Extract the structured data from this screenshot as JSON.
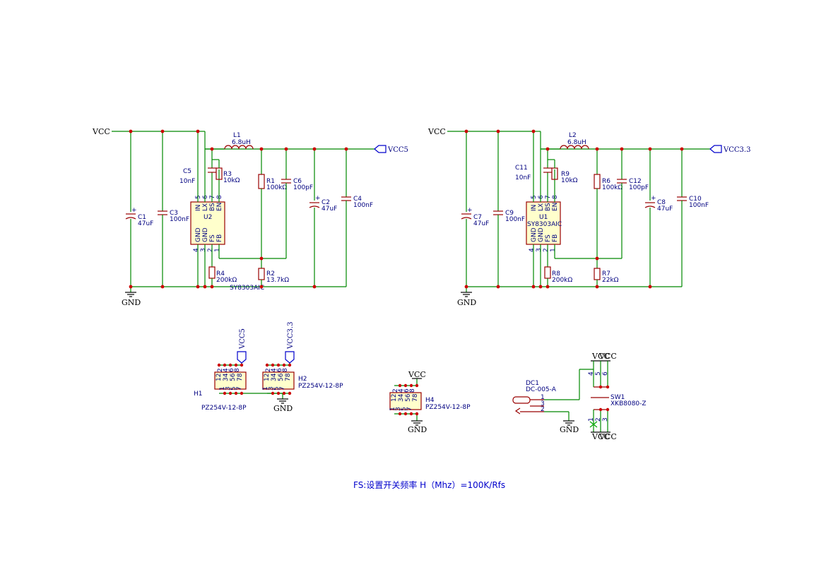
{
  "left_regulator": {
    "vcc_in": "VCC",
    "gnd": "GND",
    "out_net": "VCC5",
    "ic_ref": "U2",
    "ic_value": "SY8303AIC",
    "pins": {
      "in": "IN",
      "lx": "LX",
      "bs": "BS",
      "en": "EN",
      "gnd1": "GND",
      "gnd2": "GND",
      "fs": "FS",
      "fb": "FB",
      "n5": "5",
      "n6": "6",
      "n7": "7",
      "n8": "8",
      "n4": "4",
      "n3": "3",
      "n2": "2",
      "n1": "1"
    },
    "L1": {
      "ref": "L1",
      "value": "6.8uH"
    },
    "C1": {
      "ref": "C1",
      "value": "47uF"
    },
    "C3": {
      "ref": "C3",
      "value": "100nF"
    },
    "C5": {
      "ref": "C5",
      "value": "10nF"
    },
    "R3": {
      "ref": "R3",
      "value": "10kΩ"
    },
    "R1": {
      "ref": "R1",
      "value": "100kΩ"
    },
    "C6": {
      "ref": "C6",
      "value": "100pF"
    },
    "C2": {
      "ref": "C2",
      "value": "47uF"
    },
    "C4": {
      "ref": "C4",
      "value": "100nF"
    },
    "R4": {
      "ref": "R4",
      "value": "200kΩ"
    },
    "R2": {
      "ref": "R2",
      "value": "13.7kΩ"
    }
  },
  "right_regulator": {
    "vcc_in": "VCC",
    "gnd": "GND",
    "out_net": "VCC3.3",
    "ic_ref": "U1",
    "ic_value": "SY8303AIC",
    "L2": {
      "ref": "L2",
      "value": "6.8uH"
    },
    "C7": {
      "ref": "C7",
      "value": "47uF"
    },
    "C9": {
      "ref": "C9",
      "value": "100nF"
    },
    "C11": {
      "ref": "C11",
      "value": "10nF"
    },
    "R9": {
      "ref": "R9",
      "value": "10kΩ"
    },
    "R6": {
      "ref": "R6",
      "value": "100kΩ"
    },
    "C12": {
      "ref": "C12",
      "value": "100pF"
    },
    "C8": {
      "ref": "C8",
      "value": "47uF"
    },
    "C10": {
      "ref": "C10",
      "value": "100nF"
    },
    "R8": {
      "ref": "R8",
      "value": "200kΩ"
    },
    "R7": {
      "ref": "R7",
      "value": "22kΩ"
    }
  },
  "headers": {
    "H1": {
      "ref": "H1",
      "value": "PZ254V-12-8P",
      "net": "VCC5"
    },
    "H2": {
      "ref": "H2",
      "value": "PZ254V-12-8P",
      "net": "VCC3.3",
      "gnd": "GND"
    },
    "H4": {
      "ref": "H4",
      "value": "PZ254V-12-8P",
      "net": "VCC",
      "gnd": "GND"
    },
    "top_pins": [
      "2",
      "4",
      "6",
      "8"
    ],
    "bottom_pins": [
      "1",
      "3",
      "5",
      "7"
    ],
    "mid_labels": [
      "12",
      "34",
      "56",
      "78"
    ]
  },
  "power_jack": {
    "ref": "DC1",
    "value": "DC-005-A",
    "gnd": "GND",
    "pins": [
      "1",
      "3",
      "2"
    ]
  },
  "switch": {
    "ref": "SW1",
    "value": "XKB8080-Z",
    "vcc_top": "VCC",
    "vcc_top2": "VCC",
    "vcc_bot": "VCC",
    "vcc_bot2": "VCC",
    "top_pins": [
      "4",
      "5",
      "6"
    ],
    "bot_pins": [
      "1",
      "2",
      "3"
    ]
  },
  "note": "FS:设置开关频率 H（Mhz）=100K/Rfs"
}
